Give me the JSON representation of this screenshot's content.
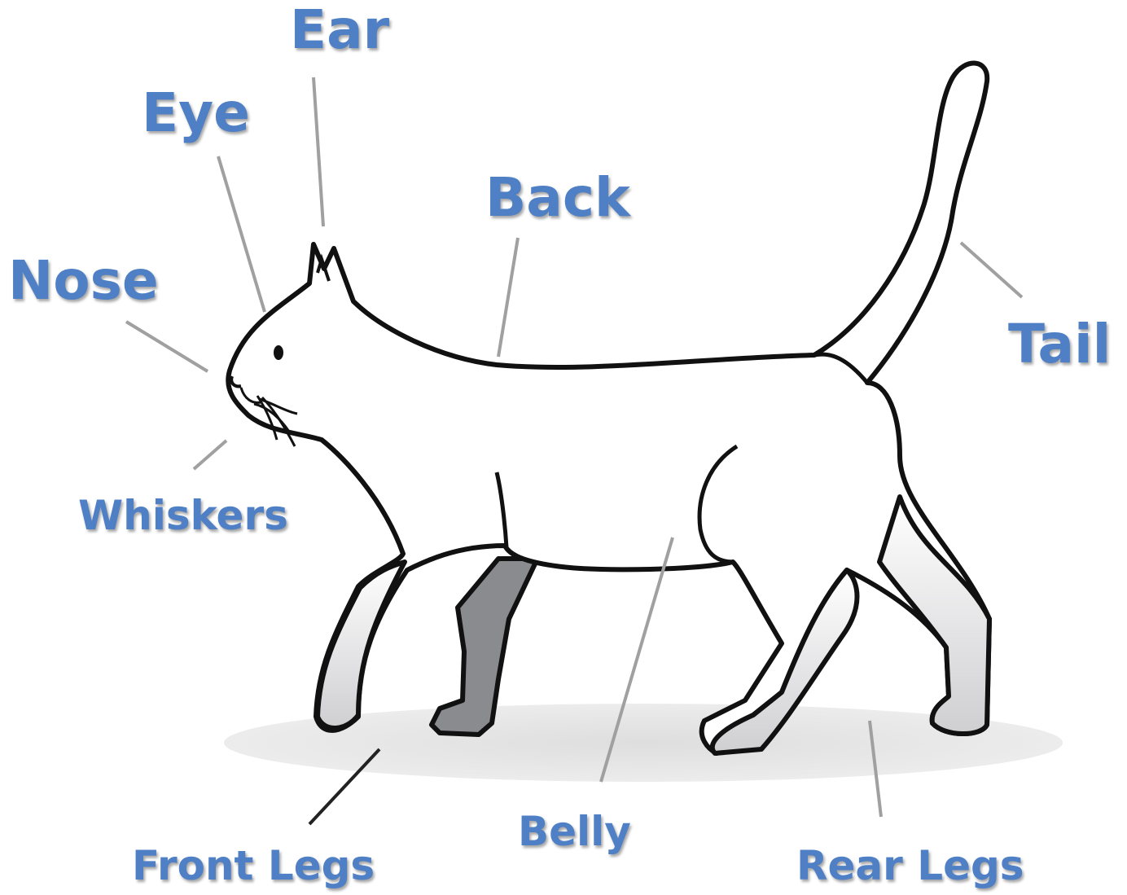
{
  "labels": {
    "ear": "Ear",
    "eye": "Eye",
    "nose": "Nose",
    "back": "Back",
    "tail": "Tail",
    "whiskers": "Whiskers",
    "front_legs": "Front Legs",
    "belly": "Belly",
    "rear_legs": "Rear Legs"
  },
  "colors": {
    "label": "#4f7fc4",
    "outline": "#111111",
    "body_fill": "#ffffff",
    "far_leg": "#8a8b8f",
    "shadow": "#e7e7e7",
    "leader_line": "#9a9a9a",
    "leader_line_dark": "#222222"
  }
}
